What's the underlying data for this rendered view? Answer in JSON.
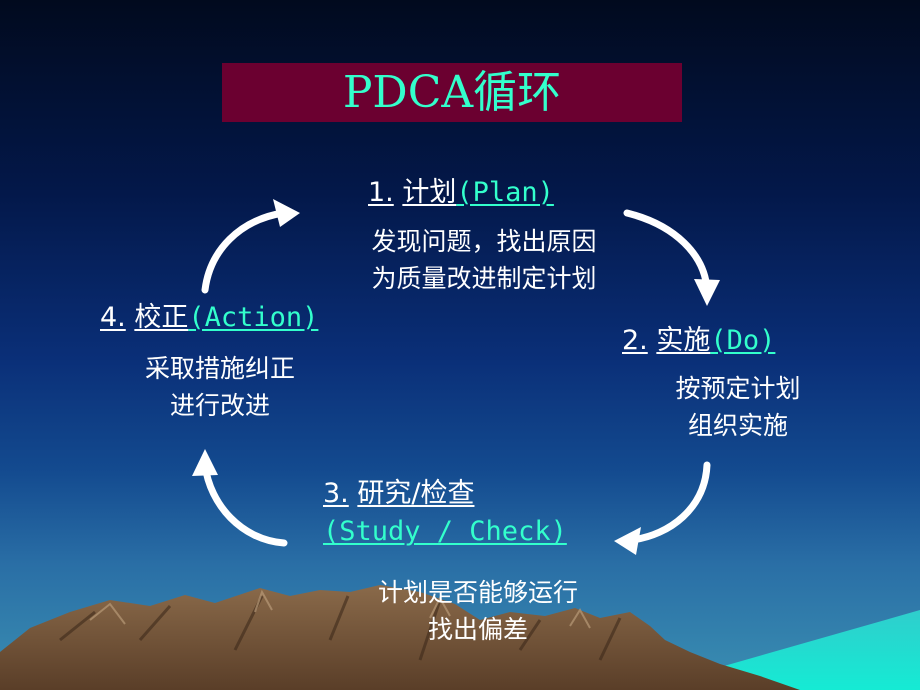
{
  "title": "PDCA循环",
  "stages": {
    "plan": {
      "num": "1.",
      "cn": "计划",
      "en": "(Plan)",
      "desc": [
        "发现问题，找出原因",
        "为质量改进制定计划"
      ]
    },
    "do": {
      "num": "2.",
      "cn": "实施",
      "en": "(Do)",
      "desc": [
        "按预定计划",
        "组织实施"
      ]
    },
    "check": {
      "num": "3.",
      "cn": "研究/检查",
      "en": "(Study / Check)",
      "desc": [
        "计划是否能够运行",
        "找出偏差"
      ]
    },
    "action": {
      "num": "4.",
      "cn": "校正",
      "en": "(Action)",
      "desc": [
        "采取措施纠正",
        "进行改进"
      ]
    }
  },
  "colors": {
    "title_bg": "#6b0030",
    "title_text": "#33ffcc",
    "accent": "#33ffcc",
    "text": "#ffffff"
  }
}
